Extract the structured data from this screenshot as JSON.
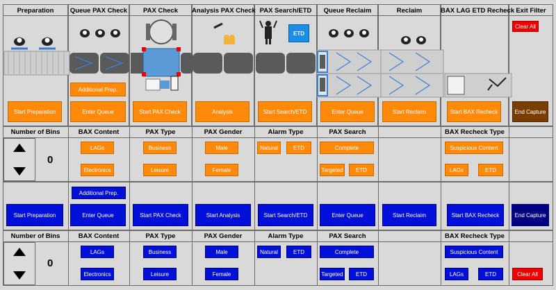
{
  "headers": [
    "Preparation",
    "Queue PAX Check",
    "PAX Check",
    "Analysis PAX Check",
    "PAX Search/ETD",
    "Queue Reclaim",
    "Reclaim",
    "BAX LAG ETD Recheck",
    "Exit Filter"
  ],
  "top": {
    "clear_all": "Clear All",
    "additional_prep": "Additional Prep.",
    "buttons": [
      "Start Preparation",
      "Enter Queue",
      "Start PAX Check",
      "Analysis",
      "Start Search/ETD",
      "Enter Queue",
      "Start Reclaim",
      "Start BAX Recheck",
      "End Capture"
    ],
    "etd_sign": "ETD"
  },
  "orange_panel": {
    "number_of_bins": "Number of Bins",
    "bins_value": "0",
    "bax_content": "BAX Content",
    "bax_items": [
      "LAGs",
      "Electronics"
    ],
    "pax_type": "PAX Type",
    "pax_type_items": [
      "Business",
      "Leisure"
    ],
    "pax_gender": "PAX Gender",
    "pax_gender_items": [
      "Male",
      "Female"
    ],
    "alarm_type": "Alarm Type",
    "alarm_items": [
      "Natural",
      "ETD"
    ],
    "pax_search": "PAX Search",
    "search_complete": "Complete",
    "search_items": [
      "Targeted",
      "ETD"
    ],
    "bax_recheck": "BAX Recheck Type",
    "recheck_suspicious": "Suspicious Content",
    "recheck_items": [
      "LAGs",
      "ETD"
    ]
  },
  "blue_row": {
    "additional_prep": "Additional Prep.",
    "buttons": [
      "Start Preparation",
      "Enter Queue",
      "Start PAX Check",
      "Start Analysis",
      "Start Search/ETD",
      "Enter Queue",
      "Start Reclaim",
      "Start BAX Recheck",
      "End Capture"
    ]
  },
  "blue_panel": {
    "number_of_bins": "Number of Bins",
    "bins_value": "0",
    "bax_content": "BAX Content",
    "bax_items": [
      "LAGs",
      "Electronics"
    ],
    "pax_type": "PAX Type",
    "pax_type_items": [
      "Business",
      "Leisure"
    ],
    "pax_gender": "PAX Gender",
    "pax_gender_items": [
      "Male",
      "Female"
    ],
    "alarm_type": "Alarm Type",
    "alarm_items": [
      "Natural",
      "ETD"
    ],
    "pax_search": "PAX Search",
    "search_complete": "Complete",
    "search_items": [
      "Targeted",
      "ETD"
    ],
    "bax_recheck": "BAX Recheck Type",
    "recheck_suspicious": "Suspicious Content",
    "recheck_items": [
      "LAGs",
      "ETD"
    ],
    "clear_all": "Clear All"
  },
  "colors": {
    "orange": "#ff8a0a",
    "blue": "#0010d8",
    "red": "#ee0000",
    "brown": "#7a3d00",
    "panel": "#d9d9d9"
  }
}
